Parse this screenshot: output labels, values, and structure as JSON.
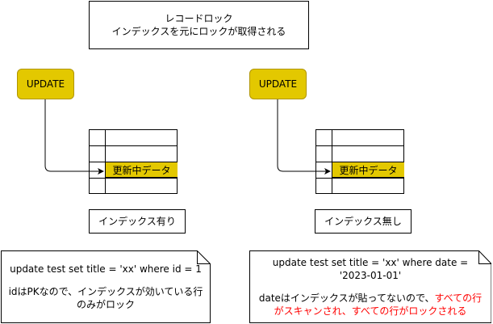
{
  "title_box": {
    "line1": "レコードロック",
    "line2": "インデックスを元にロックが取得される"
  },
  "left": {
    "update_label": "UPDATE",
    "highlight_row": "更新中データ",
    "index_label": "インデックス有り",
    "note_sql": "update test set title = 'xx' where id = 1",
    "note_desc": "idはPKなので、インデックスが効いている行のみがロック"
  },
  "right": {
    "update_label": "UPDATE",
    "highlight_row": "更新中データ",
    "index_label": "インデックス無し",
    "note_sql": "update test set title = 'xx' where date = '2023-01-01'",
    "note_desc_plain": "dateはインデックスが貼ってないので、",
    "note_desc_red": "すべての行がスキャンされ、すべての行がロックされる"
  },
  "colors": {
    "update_fill": "#e3c800",
    "highlight_fill": "#e3c800",
    "emphasis_red": "#ff0000"
  },
  "icons": {
    "arrow": "arrow-right-icon",
    "note_fold": "folded-corner-icon"
  }
}
